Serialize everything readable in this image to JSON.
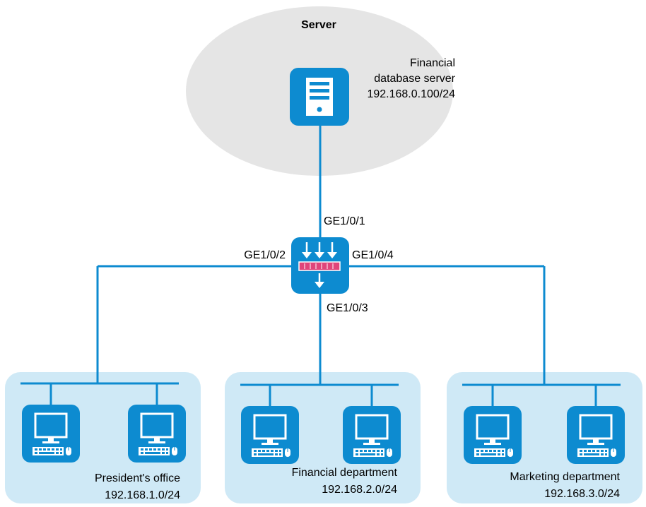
{
  "server_zone": {
    "title": "Server"
  },
  "server": {
    "name_line1": "Financial",
    "name_line2": "database server",
    "ip": "192.168.0.100/24"
  },
  "switch": {
    "ports": {
      "p1": "GE1/0/1",
      "p2": "GE1/0/2",
      "p3": "GE1/0/3",
      "p4": "GE1/0/4"
    }
  },
  "departments": [
    {
      "name": "President's office",
      "subnet": "192.168.1.0/24"
    },
    {
      "name": "Financial department",
      "subnet": "192.168.2.0/24"
    },
    {
      "name": "Marketing department",
      "subnet": "192.168.3.0/24"
    }
  ],
  "colors": {
    "link": "#0d8bd0",
    "device": "#0d8bd0",
    "zone_server": "#e5e5e5",
    "zone_dept": "#cfe9f6",
    "switch_bar": "#e0457b"
  }
}
